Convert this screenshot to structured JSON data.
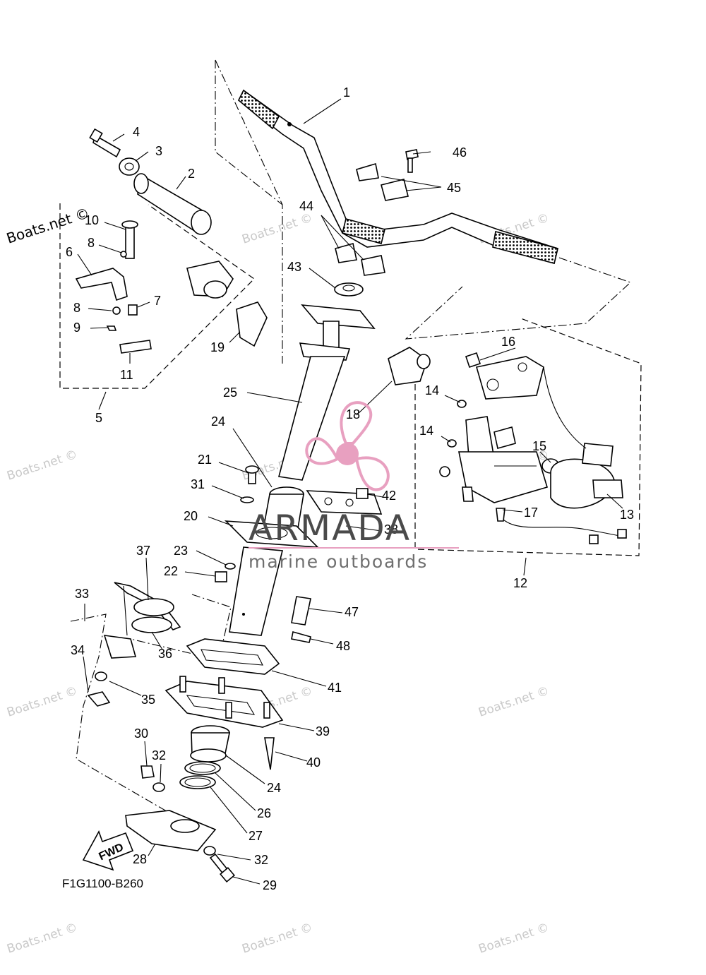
{
  "diagram": {
    "drawing_code": "F1G1100-B260",
    "direction_label": "FWD",
    "brand": {
      "name": "ARMADA",
      "tagline": "marine outboards",
      "accent": "#e8a0c0"
    },
    "watermark_text": "Boats.net ©",
    "callouts": [
      "1",
      "2",
      "3",
      "4",
      "5",
      "6",
      "7",
      "8",
      "8",
      "9",
      "10",
      "11",
      "12",
      "13",
      "14",
      "14",
      "15",
      "16",
      "17",
      "18",
      "19",
      "20",
      "21",
      "22",
      "23",
      "24",
      "24",
      "25",
      "26",
      "27",
      "28",
      "29",
      "30",
      "31",
      "32",
      "32",
      "33",
      "34",
      "35",
      "36",
      "37",
      "38",
      "39",
      "40",
      "41",
      "42",
      "43",
      "44",
      "45",
      "46",
      "47",
      "48"
    ]
  }
}
